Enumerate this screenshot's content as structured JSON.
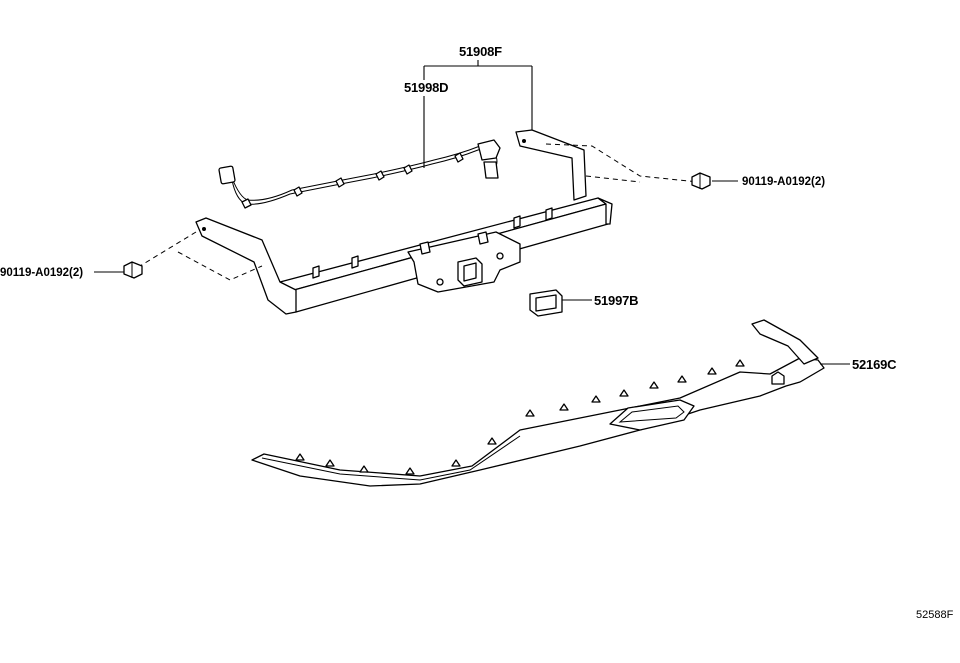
{
  "labels": {
    "assembly": "51908F",
    "harness": "51998D",
    "bolt_right": "90119-A0192(2)",
    "bolt_left": "90119-A0192(2)",
    "plug": "51997B",
    "cover": "52169C"
  },
  "figure_ref": "52588F"
}
